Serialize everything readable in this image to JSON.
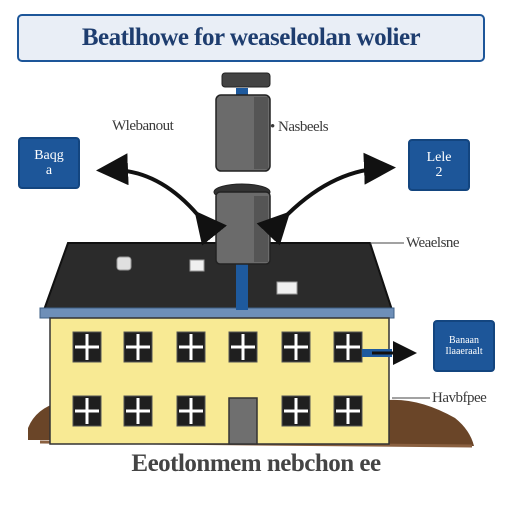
{
  "title": "Beatlhowe for weaseleolan wolier",
  "labels": {
    "top_left": "Wlebanout",
    "top_right": "• Nasbeels",
    "roof_right": "Weaelsne",
    "wall_right": "Havbfpee"
  },
  "badges": {
    "left": {
      "line1": "Baqg",
      "line2": "a"
    },
    "right": {
      "line1": "Lele",
      "line2": "2"
    },
    "wall": {
      "line1": "Banaan",
      "line2": "Ilaaeraalt"
    }
  },
  "caption": "Eeotlonmem nebchon ee",
  "colors": {
    "title_bg": "#e9eef6",
    "badge_bg": "#1d5699",
    "wall": "#f8ea94",
    "roof": "#2b2b2b",
    "chimney": "#6b6b6b",
    "pipe": "#1e5a9e",
    "soil": "#6a4528"
  }
}
